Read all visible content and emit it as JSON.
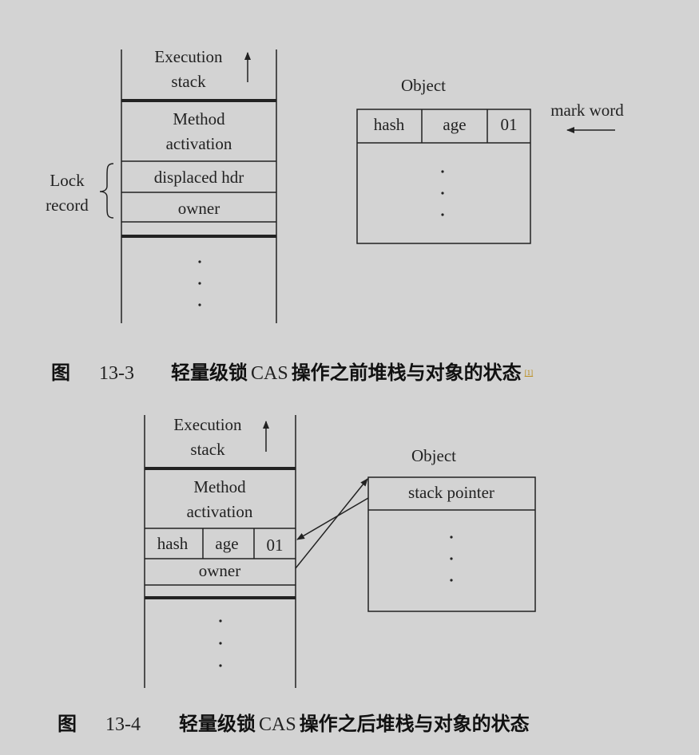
{
  "figure1": {
    "exec_label_line1": "Execution",
    "exec_label_line2": "stack",
    "method_line1": "Method",
    "method_line2": "activation",
    "displaced": "displaced hdr",
    "owner": "owner",
    "lock_line1": "Lock",
    "lock_line2": "record",
    "object_title": "Object",
    "mark_word": "mark word",
    "fields": [
      "hash",
      "age",
      "01"
    ],
    "caption_prefix": "图",
    "caption_number": "13-3",
    "caption_text_cn1": "轻量级锁",
    "caption_text_cas": "CAS",
    "caption_text_cn2": "操作之前堆栈与对象的状态",
    "footnote_ref": "[1]"
  },
  "figure2": {
    "exec_label_line1": "Execution",
    "exec_label_line2": "stack",
    "method_line1": "Method",
    "method_line2": "activation",
    "fields": [
      "hash",
      "age",
      "01"
    ],
    "owner": "owner",
    "object_title": "Object",
    "stack_pointer": "stack pointer",
    "caption_prefix": "图",
    "caption_number": "13-4",
    "caption_text_cn1": "轻量级锁",
    "caption_text_cas": "CAS",
    "caption_text_cn2": "操作之后堆栈与对象的状态"
  },
  "colors": {
    "background": "#d3d3d3",
    "ink": "#222222",
    "footnote": "#b8860b"
  }
}
